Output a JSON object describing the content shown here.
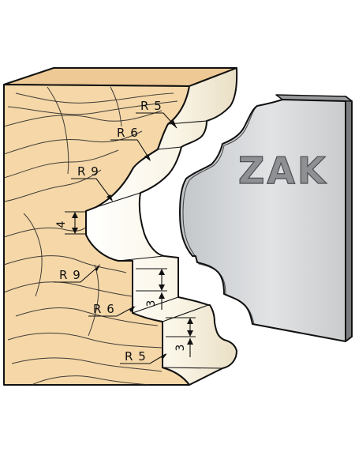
{
  "colors": {
    "wood_face": "#f5d7a8",
    "wood_top": "#efc995",
    "profile_cream": "#fbf7ea",
    "profile_shadow": "#e6dcc3",
    "steel_light": "#d7d9db",
    "steel_mid": "#b3b6b9",
    "steel_dark": "#6e7174",
    "brand_text": "#8e9093",
    "outline": "#111111"
  },
  "radius_labels": [
    {
      "id": "r5_top",
      "text": "R 5"
    },
    {
      "id": "r6_top",
      "text": "R 6"
    },
    {
      "id": "r9_top",
      "text": "R 9"
    },
    {
      "id": "r9_bottom",
      "text": "R 9"
    },
    {
      "id": "r6_bottom",
      "text": "R 6"
    },
    {
      "id": "r5_bottom",
      "text": "R 5"
    }
  ],
  "dimensions": [
    {
      "id": "dim_4",
      "text": "4"
    },
    {
      "id": "dim_3_upper",
      "text": "3"
    },
    {
      "id": "dim_3_lower",
      "text": "3"
    }
  ],
  "knife": {
    "brand": "ZAK"
  }
}
